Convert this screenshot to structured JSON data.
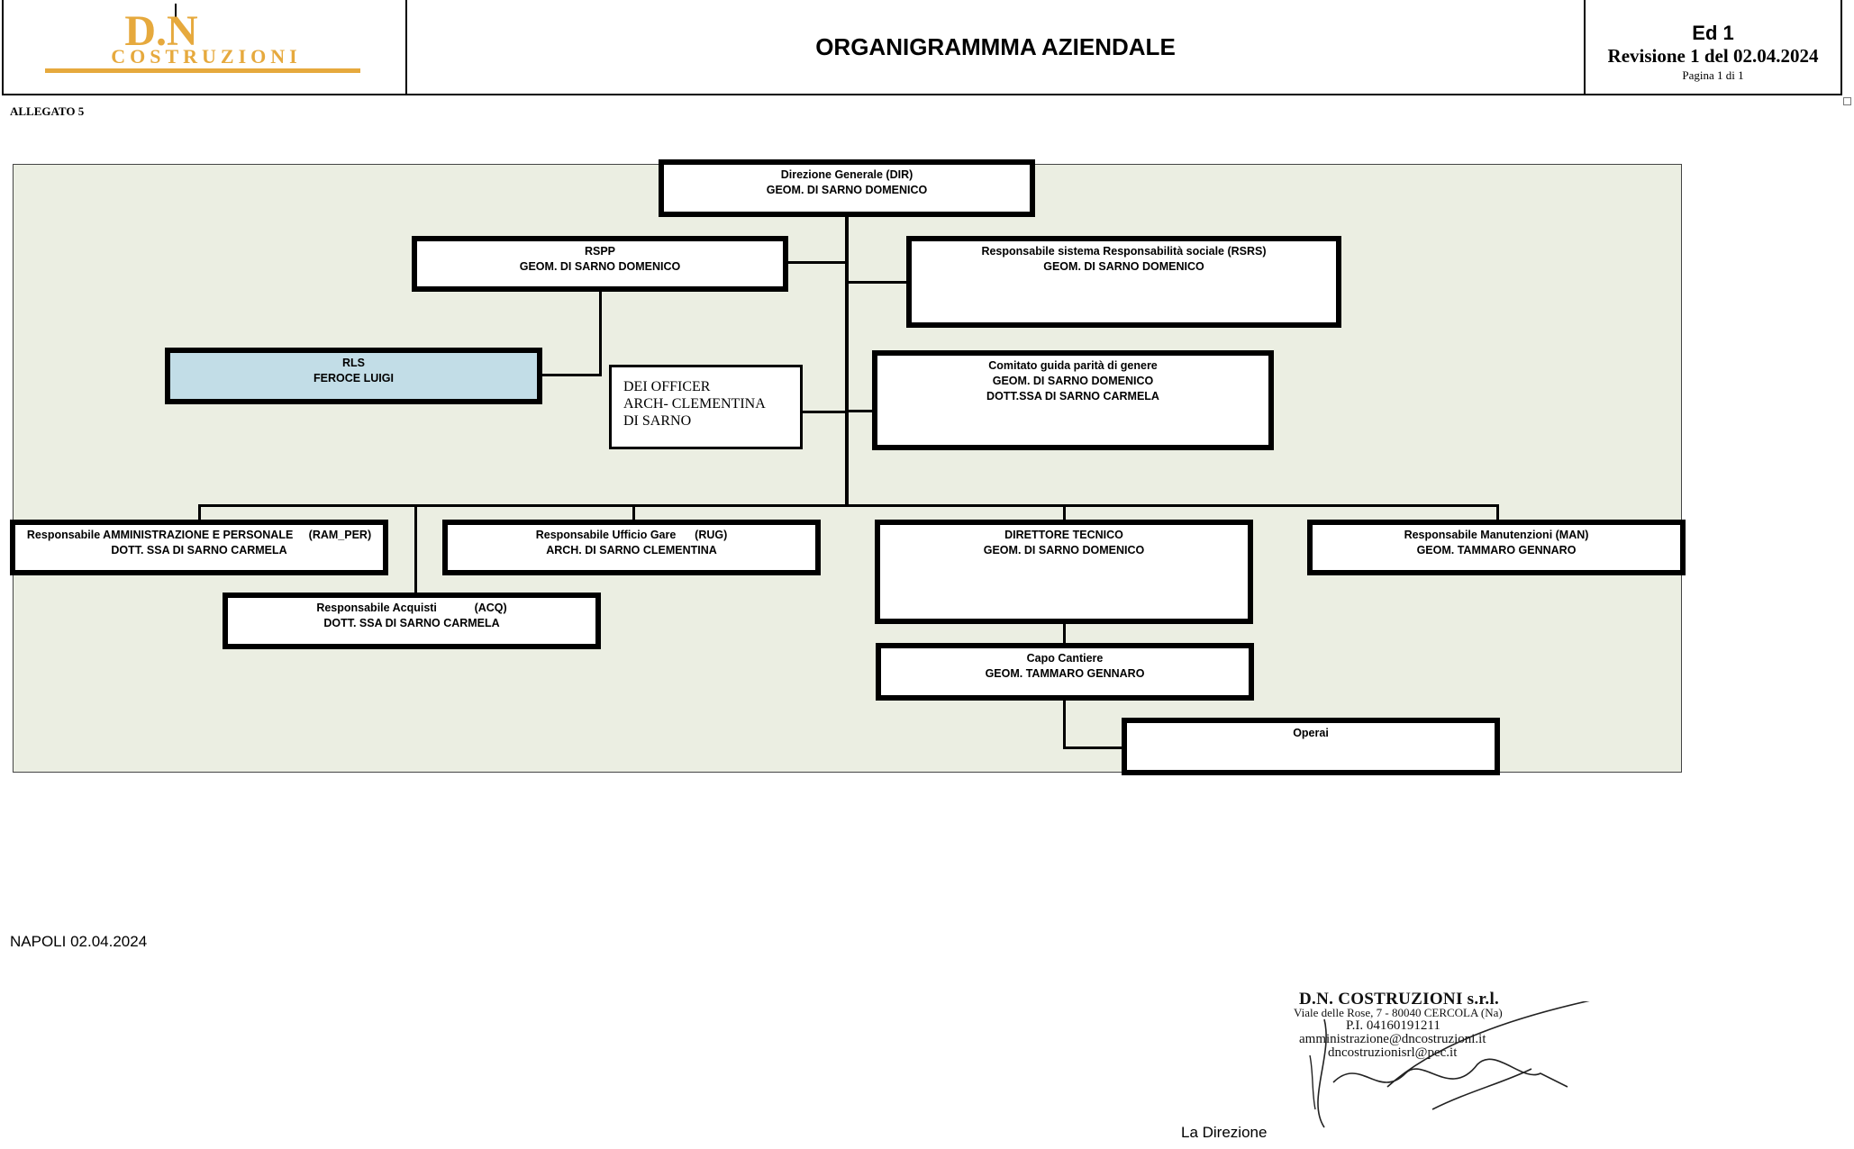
{
  "header": {
    "logo": {
      "monogram": "D.N",
      "company": "COSTRUZIONI",
      "color": "#e6a93d"
    },
    "title": "ORGANIGRAMMMA AZIENDALE",
    "edition": "Ed 1",
    "revision": "Revisione  1 del 02.04.2024",
    "page": "Pagina 1 di 1"
  },
  "allegato": "ALLEGATO 5",
  "chart": {
    "background": "#ebeee2",
    "highlight_color": "#c2dde7",
    "dir": {
      "role": "Direzione Generale (DIR)",
      "name": "GEOM. DI SARNO DOMENICO"
    },
    "rspp": {
      "role": "RSPP",
      "name": "GEOM. DI SARNO DOMENICO"
    },
    "rsrs": {
      "role": "Responsabile sistema Responsabilità sociale (RSRS)",
      "name": "GEOM. DI SARNO DOMENICO"
    },
    "rls": {
      "role": "RLS",
      "name": "FEROCE LUIGI"
    },
    "dei": {
      "line1": "DEI OFFICER",
      "line2": "ARCH- CLEMENTINA",
      "line3": "DI SARNO"
    },
    "comitato": {
      "role": "Comitato guida parità di genere",
      "name1": "GEOM. DI SARNO DOMENICO",
      "name2": "DOTT.SSA DI SARNO CARMELA"
    },
    "ram": {
      "role": "Responsabile AMMINISTRAZIONE E PERSONALE     (RAM_PER)",
      "name": "DOTT. SSA DI SARNO CARMELA"
    },
    "rug": {
      "role": "Responsabile Ufficio Gare      (RUG)",
      "name": "ARCH. DI SARNO CLEMENTINA"
    },
    "dt": {
      "role": "DIRETTORE TECNICO",
      "name": "GEOM. DI SARNO DOMENICO"
    },
    "man": {
      "role": "Responsabile Manutenzioni (MAN)",
      "name": "GEOM. TAMMARO GENNARO"
    },
    "acq": {
      "role": "Responsabile Acquisti            (ACQ)",
      "name": "DOTT. SSA DI SARNO CARMELA"
    },
    "capo": {
      "role": "Capo Cantiere",
      "name": "GEOM. TAMMARO GENNARO"
    },
    "operai": {
      "role": "Operai"
    }
  },
  "footer": {
    "place_date": "NAPOLI  02.04.2024",
    "signatory": "La  Direzione",
    "stamp": {
      "company": "D.N. COSTRUZIONI s.r.l.",
      "address": "Viale delle Rose, 7 - 80040 CERCOLA (Na)",
      "vat": "P.I. 04160191211",
      "email": "amministrazione@dncostruzioni.it",
      "pec": "dncostruzionisrl@pec.it"
    }
  }
}
